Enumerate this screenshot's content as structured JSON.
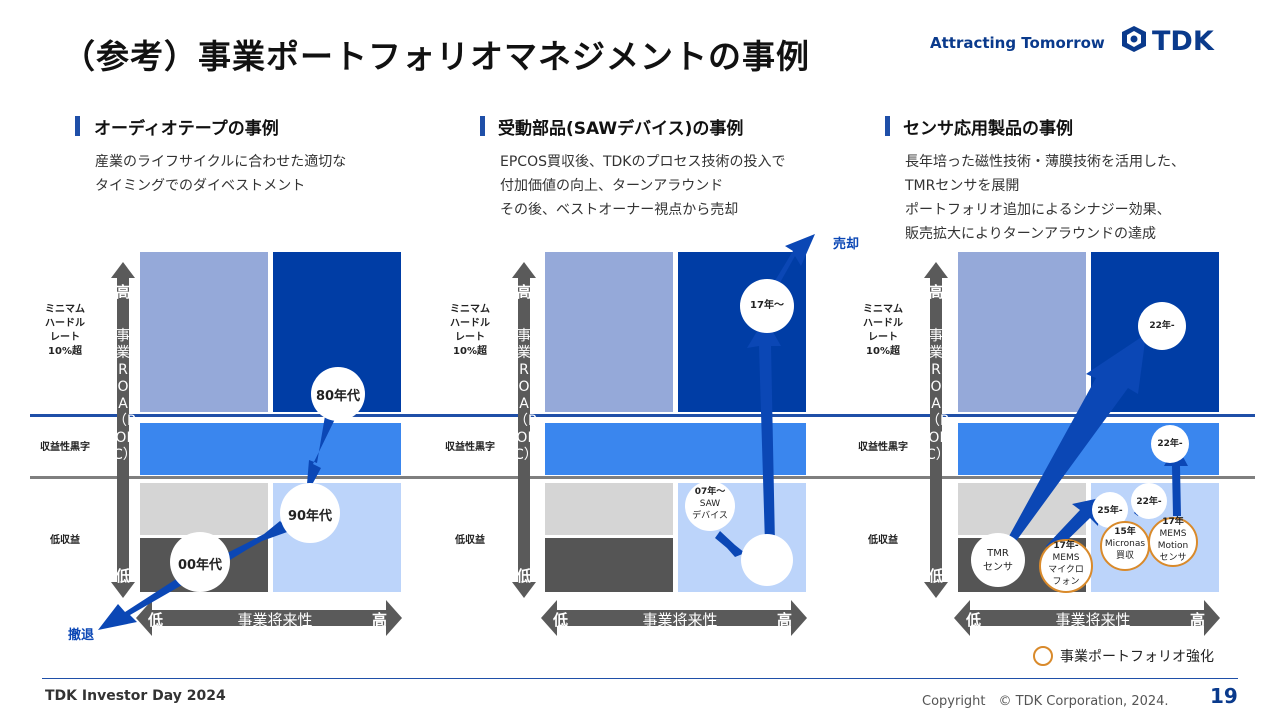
{
  "header": {
    "title": "（参考）事業ポートフォリオマネジメントの事例",
    "tagline": "Attracting Tomorrow",
    "logo_text": "TDK"
  },
  "sections": [
    {
      "title": "オーディオテープの事例",
      "desc": [
        "産業のライフサイクルに合わせた適切な",
        "タイミングでのダイベストメント"
      ]
    },
    {
      "title": "受動部品(SAWデバイス)の事例",
      "desc": [
        "EPCOS買収後、TDKのプロセス技術の投入で",
        "付加価値の向上、ターンアラウンド",
        "その後、ベストオーナー視点から売却"
      ]
    },
    {
      "title": "センサ応用製品の事例",
      "desc": [
        "長年培った磁性技術・薄膜技術を活用した、",
        "TMRセンサを展開",
        "ポートフォリオ追加によるシナジー効果、",
        "販売拡大によりターンアラウンドの達成"
      ]
    }
  ],
  "matrix": {
    "y_high": "高",
    "y_low": "低",
    "y_axis_label": "事業ROA（ROIC）",
    "x_low": "低",
    "x_high": "高",
    "x_axis_label": "事業将来性",
    "row_hurdle": [
      "ミニマム",
      "ハードル",
      "レート",
      "10%超"
    ],
    "row_profit": "収益性黒字",
    "row_low": "低収益"
  },
  "panel1": {
    "p80": "80年代",
    "p90": "90年代",
    "p00": "00年代",
    "exit": "撤退"
  },
  "panel2": {
    "p07": [
      "07年～",
      "SAW",
      "デバイス"
    ],
    "p17": "17年～",
    "sold": "売却"
  },
  "panel3": {
    "tmr": [
      "TMR",
      "センサ"
    ],
    "tmr_22": "22年-",
    "mems_mic": [
      "17年-",
      "MEMS",
      "マイクロ",
      "フォン"
    ],
    "mic_25": "25年-",
    "micronas": [
      "15年",
      "Micronas",
      "買収"
    ],
    "micronas_22": "22年-",
    "mems_motion": [
      "17年",
      "MEMS",
      "Motion",
      "センサ"
    ],
    "motion_22": "22年-",
    "legend": "事業ポートフォリオ強化"
  },
  "colors": {
    "top_left": "#95a9d9",
    "top_right": "#003da5",
    "middle": "#3a86ee",
    "bottom_left_light": "#d5d5d5",
    "bottom_left_dark": "#555555",
    "bottom_right": "#bcd4fa",
    "arrow": "#0b47b5",
    "axis": "#5a5a5a",
    "orange": "#d98a2b"
  },
  "footer": {
    "left": "TDK Investor Day 2024",
    "copyright": "Copyright　© TDK Corporation, 2024.",
    "page": "19"
  }
}
